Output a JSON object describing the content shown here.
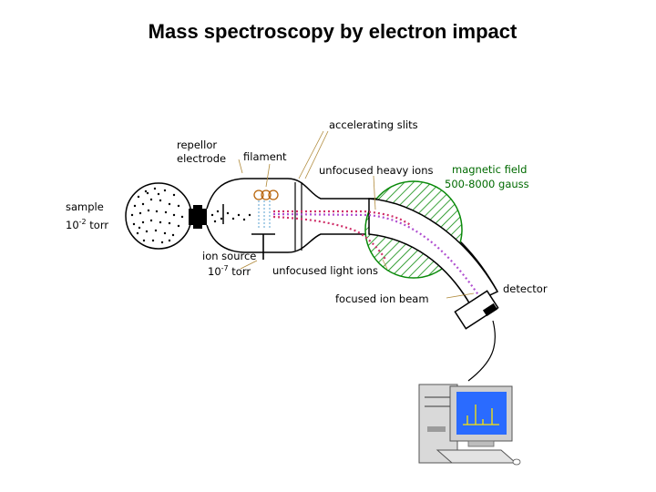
{
  "title": "Mass spectroscopy by electron impact",
  "labels": {
    "accelerating_slits": "accelerating slits",
    "repellor_line1": "repellor",
    "repellor_line2": "electrode",
    "filament": "filament",
    "unfocused_heavy_ions": "unfocused heavy ions",
    "magnetic_field": "magnetic field",
    "gauss": "500-8000 gauss",
    "sample": "sample",
    "sample_pressure_base": "10",
    "sample_pressure_exp": "-2",
    "sample_pressure_unit": " torr",
    "ion_source": "ion source",
    "ion_source_pressure_base": "10",
    "ion_source_pressure_exp": "-7",
    "ion_source_pressure_unit": " torr",
    "unfocused_light_ions": "unfocused light ions",
    "detector": "detector",
    "focused_ion_beam": "focused ion beam"
  },
  "colors": {
    "magnetic_field": "#0a8a0a",
    "ion_path": "#d0306a",
    "focused_path": "#b04fd0",
    "screen": "#2a6bff"
  }
}
